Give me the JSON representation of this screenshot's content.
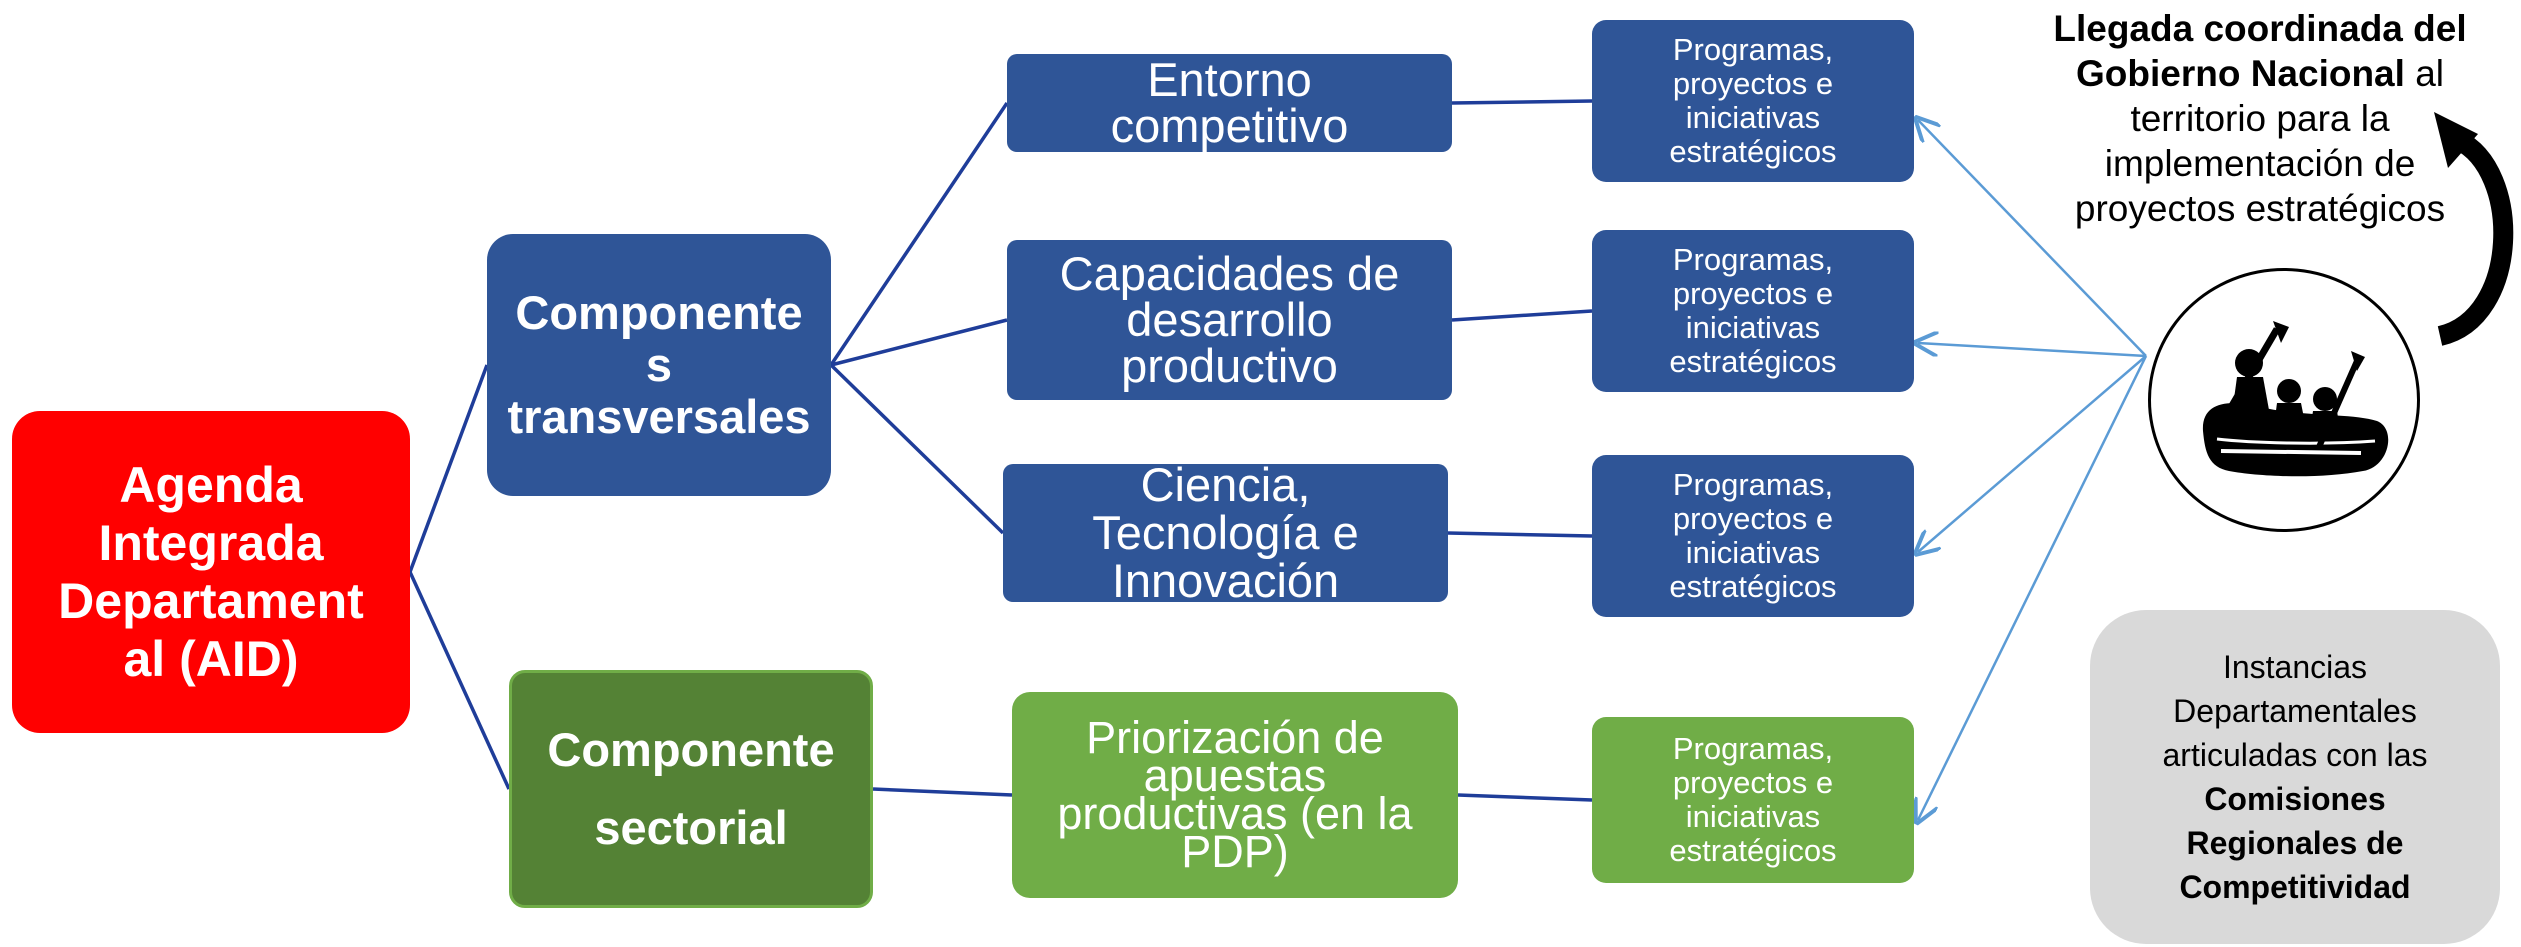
{
  "root": {
    "lines": [
      "Agenda",
      "Integrada",
      "Departament",
      "al (AID)"
    ],
    "color": "#ff0000"
  },
  "components": {
    "transversales": {
      "lines": [
        "Componente",
        "s",
        "transversales"
      ],
      "color": "#2f5597"
    },
    "sectorial": {
      "lines": [
        "Componente",
        "sectorial"
      ],
      "color": "#548235"
    }
  },
  "subcomponents": [
    {
      "lines": [
        "Entorno",
        "competitivo"
      ]
    },
    {
      "lines": [
        "Capacidades de",
        "desarrollo",
        "productivo"
      ]
    },
    {
      "lines": [
        "Ciencia,",
        "Tecnología e",
        "Innovación"
      ]
    },
    {
      "lines": [
        "Priorización de",
        "apuestas",
        "productivas (en la",
        "PDP)"
      ]
    }
  ],
  "programs": [
    {
      "lines": [
        "Programas,",
        "proyectos e",
        "iniciativas",
        "estratégicos"
      ]
    },
    {
      "lines": [
        "Programas,",
        "proyectos e",
        "iniciativas",
        "estratégicos"
      ]
    },
    {
      "lines": [
        "Programas,",
        "proyectos e",
        "iniciativas",
        "estratégicos"
      ]
    },
    {
      "lines": [
        "Programas,",
        "proyectos e",
        "iniciativas",
        "estratégicos"
      ]
    }
  ],
  "callout": {
    "bold_1": "Llegada coordinada del",
    "bold_2": "Gobierno Nacional",
    "normal_2": " al",
    "line_3": "territorio para la",
    "line_4": "implementación de",
    "line_5": "proyectos estratégicos"
  },
  "instancias": {
    "line_1": "Instancias",
    "line_2": "Departamentales",
    "line_3": "articuladas con las",
    "bold_1": "Comisiones",
    "bold_2": "Regionales de",
    "bold_3": "Competitividad"
  },
  "icons": {
    "rafting": "rafting-icon",
    "curved_arrow": "curved-arrow-icon"
  },
  "colors": {
    "connector": "#1f3d99",
    "arrow": "#5b9bd5",
    "dark_blue": "#2f5597",
    "green": "#70ad47",
    "dark_green": "#548235",
    "gray": "#d9d9d9"
  }
}
